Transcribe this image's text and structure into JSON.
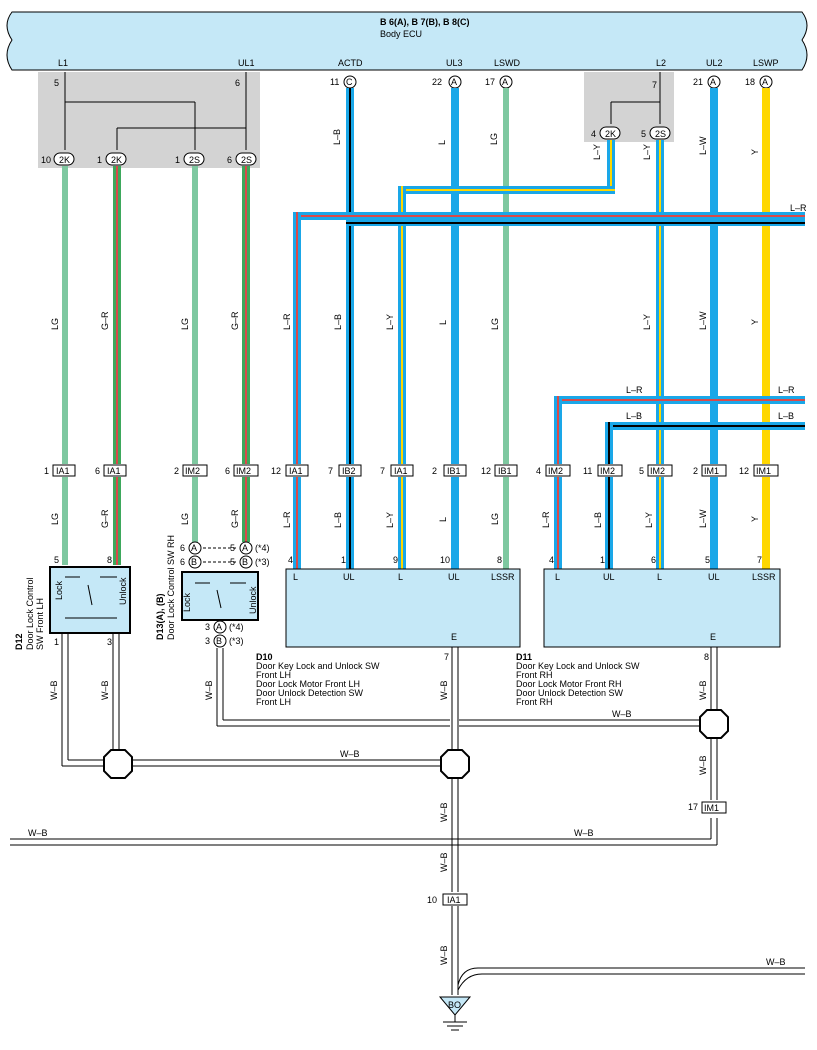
{
  "ecu": {
    "title": "B 6(A), B 7(B), B 8(C)",
    "subtitle": "Body ECU",
    "pins": [
      {
        "name": "L1"
      },
      {
        "name": "UL1"
      },
      {
        "name": "ACTD",
        "num": "11",
        "conn": "C"
      },
      {
        "name": "UL3",
        "num": "22",
        "conn": "A"
      },
      {
        "name": "LSWD",
        "num": "17",
        "conn": "A"
      },
      {
        "name": "L2"
      },
      {
        "name": "UL2",
        "num": "21",
        "conn": "A"
      },
      {
        "name": "LSWP",
        "num": "18",
        "conn": "A"
      }
    ]
  },
  "relay_box_left": {
    "pin_l1": "5",
    "pin_ul1": "6"
  },
  "relay_box_right": {
    "pin_l2": "7"
  },
  "relay_connectors": [
    {
      "num": "10",
      "id": "2K"
    },
    {
      "num": "1",
      "id": "2K"
    },
    {
      "num": "1",
      "id": "2S"
    },
    {
      "num": "6",
      "id": "2S"
    },
    {
      "num": "4",
      "id": "2K"
    },
    {
      "num": "5",
      "id": "2S"
    }
  ],
  "wire_colors": {
    "LG": "LG",
    "GR": "G–R",
    "LB": "L–B",
    "L": "L",
    "LR": "L–R",
    "LY": "L–Y",
    "LW": "L–W",
    "Y": "Y",
    "WB": "W–B"
  },
  "junctions": [
    {
      "num": "1",
      "id": "IA1"
    },
    {
      "num": "6",
      "id": "IA1"
    },
    {
      "num": "2",
      "id": "IM2"
    },
    {
      "num": "6",
      "id": "IM2"
    },
    {
      "num": "12",
      "id": "IA1"
    },
    {
      "num": "7",
      "id": "IB2"
    },
    {
      "num": "7",
      "id": "IA1"
    },
    {
      "num": "2",
      "id": "IB1"
    },
    {
      "num": "12",
      "id": "IB1"
    },
    {
      "num": "4",
      "id": "IM2"
    },
    {
      "num": "11",
      "id": "IM2"
    },
    {
      "num": "5",
      "id": "IM2"
    },
    {
      "num": "2",
      "id": "IM1"
    },
    {
      "num": "12",
      "id": "IM1"
    }
  ],
  "d12": {
    "id": "D12",
    "name1": "Door Lock Control",
    "name2": "SW Front LH",
    "lock": "Lock",
    "unlock": "Unlock",
    "pins": [
      "5",
      "8",
      "1",
      "3"
    ]
  },
  "d13": {
    "id": "D13(A), (B)",
    "name": "Door Lock Control SW RH",
    "lock": "Lock",
    "unlock": "Unlock",
    "pins": [
      "6",
      "6",
      "5",
      "5",
      "3",
      "3"
    ],
    "notes": [
      "(*4)",
      "(*3)",
      "(*4)",
      "(*3)"
    ],
    "conns": [
      "A",
      "B",
      "A",
      "B",
      "A",
      "B"
    ]
  },
  "d10": {
    "id": "D10",
    "lines": [
      "Door Key Lock and Unlock SW",
      "Front LH",
      "Door Lock Motor Front LH",
      "Door Unlock Detection SW",
      "Front LH"
    ],
    "terms": [
      "L",
      "UL",
      "L",
      "UL",
      "LSSR",
      "E"
    ],
    "pins": [
      "4",
      "1",
      "9",
      "10",
      "8",
      "7"
    ]
  },
  "d11": {
    "id": "D11",
    "lines": [
      "Door Key Lock and Unlock SW",
      "Front RH",
      "Door Lock Motor Front RH",
      "Door Unlock Detection SW",
      "Front RH"
    ],
    "terms": [
      "L",
      "UL",
      "L",
      "UL",
      "LSSR",
      "E"
    ],
    "pins": [
      "4",
      "1",
      "6",
      "5",
      "7",
      "8"
    ]
  },
  "bottom": {
    "im1": {
      "num": "17",
      "id": "IM1"
    },
    "ia1": {
      "num": "10",
      "id": "IA1"
    },
    "ground": "BO"
  },
  "colors": {
    "ecu_fill": "#c5e8f7",
    "box_fill": "#d3d3d3",
    "lg": "#7ec8a0",
    "blue": "#1aa7e8",
    "yellow": "#ffd700",
    "red": "#d94a4a",
    "green": "#3da85c"
  }
}
